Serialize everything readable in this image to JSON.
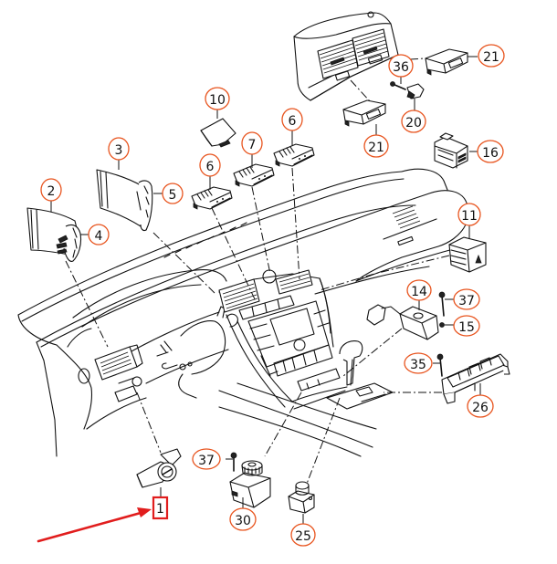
{
  "diagram": {
    "title": "",
    "subject": "Dashboard switches and controls – exploded parts view",
    "callout_color": "#e8541e",
    "highlight_color": "#e11d1d",
    "highlighted_part": "1",
    "callouts": [
      {
        "id": "c1",
        "label": "1",
        "part": "light switch",
        "style": "highlight-box"
      },
      {
        "id": "c2",
        "label": "2",
        "part": "left outer trim panel"
      },
      {
        "id": "c3",
        "label": "3",
        "part": "left inner trim panel"
      },
      {
        "id": "c4",
        "label": "4",
        "part": "left vent switch"
      },
      {
        "id": "c5",
        "label": "5",
        "part": "inner vent switch"
      },
      {
        "id": "c6a",
        "label": "6",
        "part": "center switch left"
      },
      {
        "id": "c6b",
        "label": "6",
        "part": "center switch right"
      },
      {
        "id": "c7",
        "label": "7",
        "part": "center switch middle"
      },
      {
        "id": "c10",
        "label": "10",
        "part": "cover"
      },
      {
        "id": "c11",
        "label": "11",
        "part": "hazard warning switch"
      },
      {
        "id": "c14",
        "label": "14",
        "part": "switch unit with connector"
      },
      {
        "id": "c15",
        "label": "15",
        "part": "nut"
      },
      {
        "id": "c16",
        "label": "16",
        "part": "connector housing"
      },
      {
        "id": "c20",
        "label": "20",
        "part": "clip"
      },
      {
        "id": "c21a",
        "label": "21",
        "part": "rear console switch right"
      },
      {
        "id": "c21b",
        "label": "21",
        "part": "rear console switch left"
      },
      {
        "id": "c25",
        "label": "25",
        "part": "rotary knob switch"
      },
      {
        "id": "c26",
        "label": "26",
        "part": "console switch strip"
      },
      {
        "id": "c30",
        "label": "30",
        "part": "rotary control"
      },
      {
        "id": "c35",
        "label": "35",
        "part": "screw"
      },
      {
        "id": "c36",
        "label": "36",
        "part": "screw"
      },
      {
        "id": "c37a",
        "label": "37",
        "part": "screw (console unit)"
      },
      {
        "id": "c37b",
        "label": "37",
        "part": "screw (rotary control)"
      }
    ],
    "arrow": {
      "points_to": "1",
      "color": "#e11d1d"
    },
    "icons": {
      "hazard": "warning-triangle-icon"
    }
  }
}
